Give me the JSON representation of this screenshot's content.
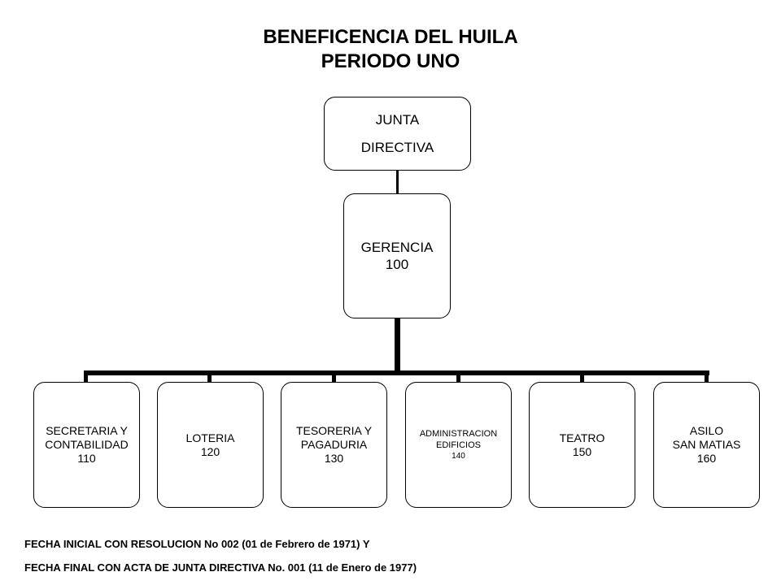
{
  "title": {
    "line1": "BENEFICENCIA DEL HUILA",
    "line2": "PERIODO UNO"
  },
  "top_node": {
    "line1": "JUNTA",
    "line2": "DIRECTIVA"
  },
  "manager_node": {
    "line1": "GERENCIA",
    "line2": "100"
  },
  "departments": [
    {
      "lines": [
        "SECRETARIA Y",
        "CONTABILIDAD",
        "110"
      ]
    },
    {
      "lines": [
        "LOTERIA",
        "120"
      ]
    },
    {
      "lines": [
        "TESORERIA Y",
        "PAGADURIA",
        "130"
      ]
    },
    {
      "lines": [
        "ADMINISTRACION",
        "EDIFICIOS",
        "140"
      ]
    },
    {
      "lines": [
        "TEATRO",
        "150"
      ]
    },
    {
      "lines": [
        "ASILO",
        "SAN MATIAS",
        "160"
      ]
    }
  ],
  "footer": {
    "line1": "FECHA INICIAL CON RESOLUCION No 002 (01 de Febrero de 1971) Y",
    "line2": "FECHA FINAL CON ACTA DE JUNTA DIRECTIVA No. 001 (11 de Enero de 1977)"
  }
}
